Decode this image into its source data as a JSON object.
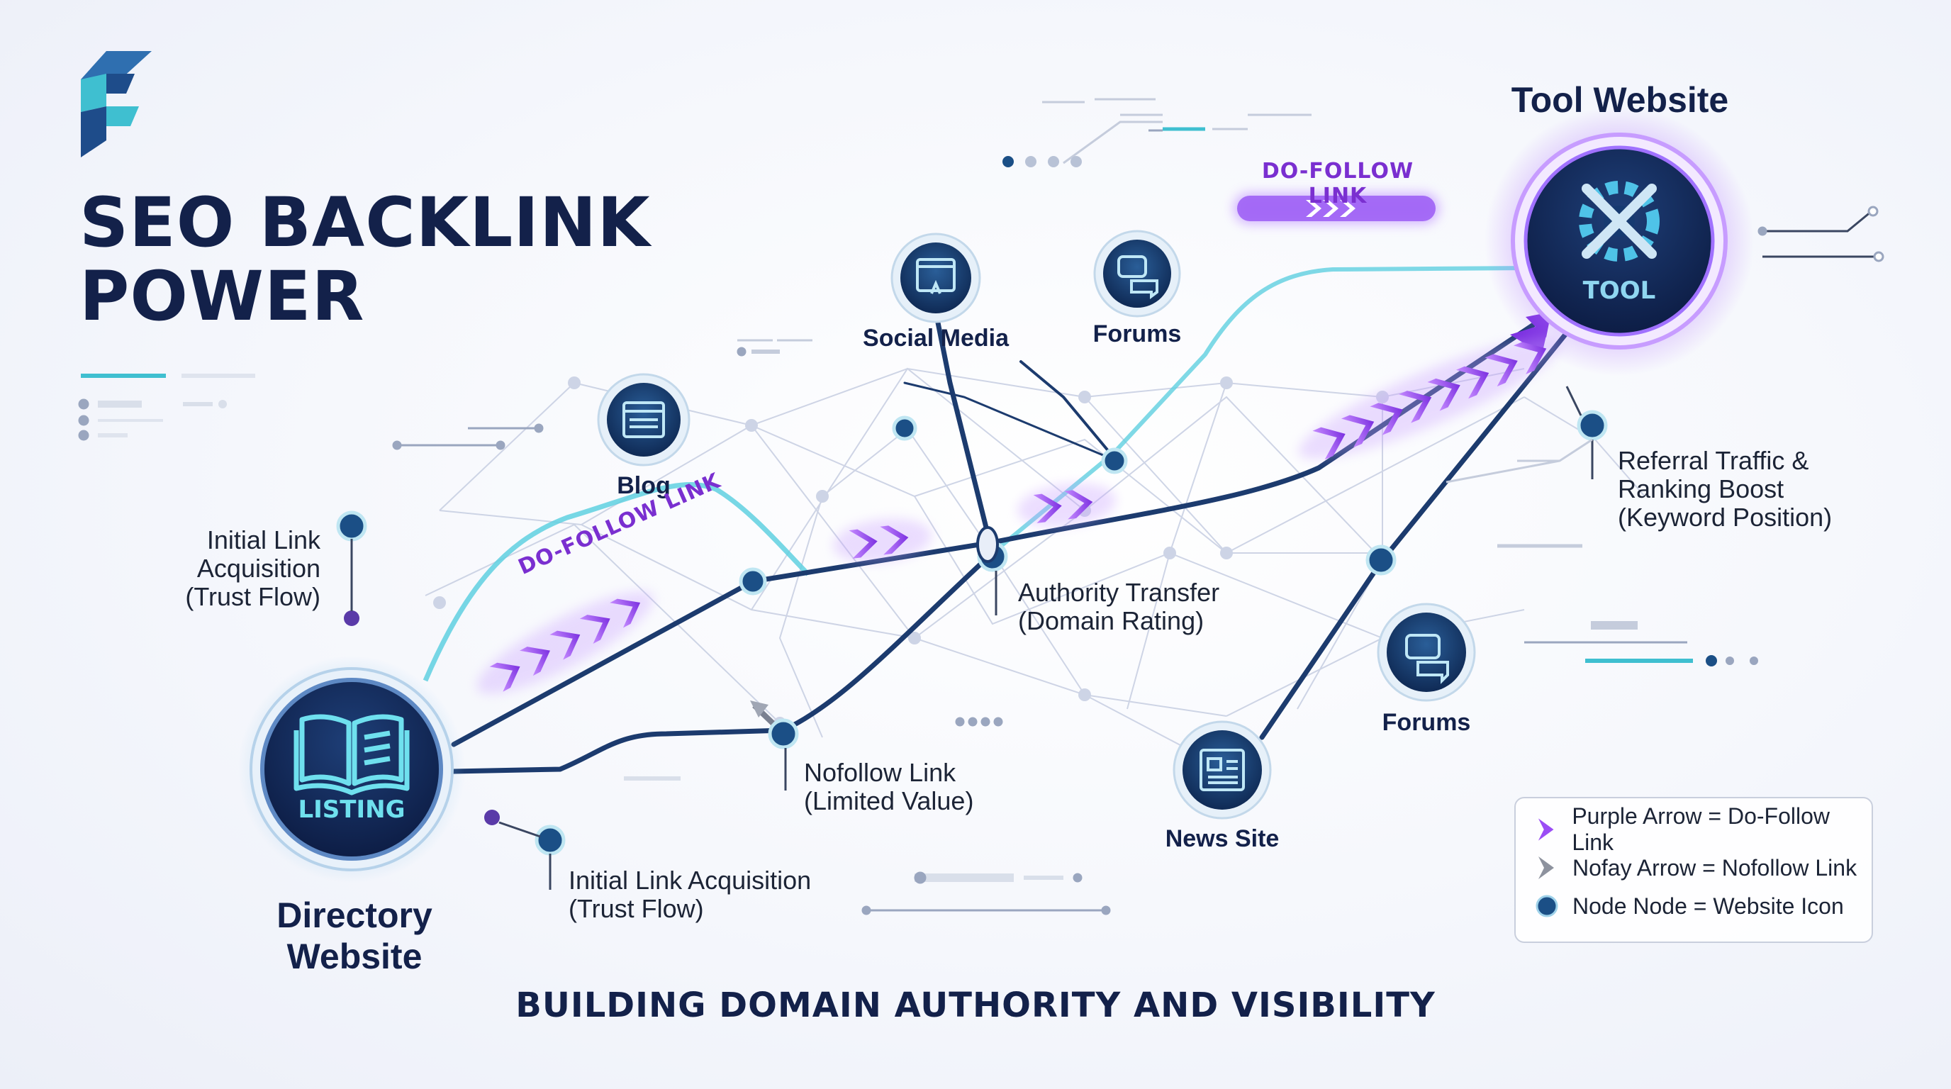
{
  "title": {
    "line1": "SEO BACKLINK",
    "line2": "POWER"
  },
  "subtitle": "BUILDING DOMAIN AUTHORITY AND VISIBILITY",
  "nodes": {
    "directory": {
      "badge": "LISTING",
      "name": "Directory Website"
    },
    "tool": {
      "badge": "TOOL",
      "name": "Tool Website"
    },
    "blog": {
      "label": "Blog"
    },
    "social_media": {
      "label": "Social Media"
    },
    "forums_top": {
      "label": "Forums"
    },
    "forums_right": {
      "label": "Forums"
    },
    "news_site": {
      "label": "News Site"
    }
  },
  "link_labels": {
    "dofollow_top": "DO-FOLLOW LINK",
    "dofollow_left": "DO-FOLLOW LINK"
  },
  "annotations": {
    "initial_left": [
      "Initial Link",
      "Acquisition",
      "(Trust Flow)"
    ],
    "initial_bottom": [
      "Initial Link Acquisition",
      "(Trust Flow)"
    ],
    "nofollow": [
      "Nofollow Link",
      "(Limited Value)"
    ],
    "authority": [
      "Authority Transfer",
      "(Domain Rating)"
    ],
    "referral": [
      "Referral Traffic &",
      "Ranking Boost",
      "(Keyword Position)"
    ]
  },
  "legend": {
    "purple": "Purple Arrow = Do-Follow Link",
    "gray": "Nofay Arrow = Nofollow Link",
    "node": "Node Node = Website Icon"
  },
  "colors": {
    "navy": "#13214a",
    "purple": "#8a3ff0",
    "teal": "#3fbfd0",
    "node_blue": "#1b4f86"
  },
  "icons": [
    "logo-icon",
    "open-book-icon",
    "tool-gear-icon",
    "blog-document-icon",
    "social-media-screen-icon",
    "chat-bubbles-icon",
    "newspaper-icon"
  ]
}
